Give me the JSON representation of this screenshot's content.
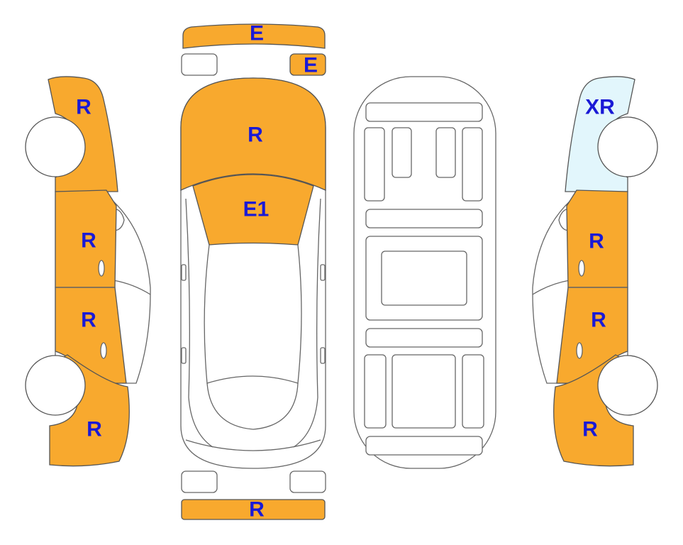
{
  "colors": {
    "repair": "#F8A92E",
    "replaced": "#E2F6FC",
    "label": "#1A1AD6",
    "outline": "#555555",
    "background": "#FFFFFF"
  },
  "parts": {
    "front_bumper": {
      "code": "E",
      "status": "repair"
    },
    "front_right_lamp": {
      "code": "E",
      "status": "repair"
    },
    "hood": {
      "code": "R",
      "status": "repair"
    },
    "windshield_cowl": {
      "code": "E1",
      "status": "repair"
    },
    "rear_bumper": {
      "code": "R",
      "status": "repair"
    },
    "left_front_fender": {
      "code": "R",
      "status": "repair"
    },
    "left_front_door": {
      "code": "R",
      "status": "repair"
    },
    "left_rear_door": {
      "code": "R",
      "status": "repair"
    },
    "left_rear_quarter": {
      "code": "R",
      "status": "repair"
    },
    "right_front_fender": {
      "code": "XR",
      "status": "replaced"
    },
    "right_front_door": {
      "code": "R",
      "status": "repair"
    },
    "right_rear_door": {
      "code": "R",
      "status": "repair"
    },
    "right_rear_quarter": {
      "code": "R",
      "status": "repair"
    }
  }
}
